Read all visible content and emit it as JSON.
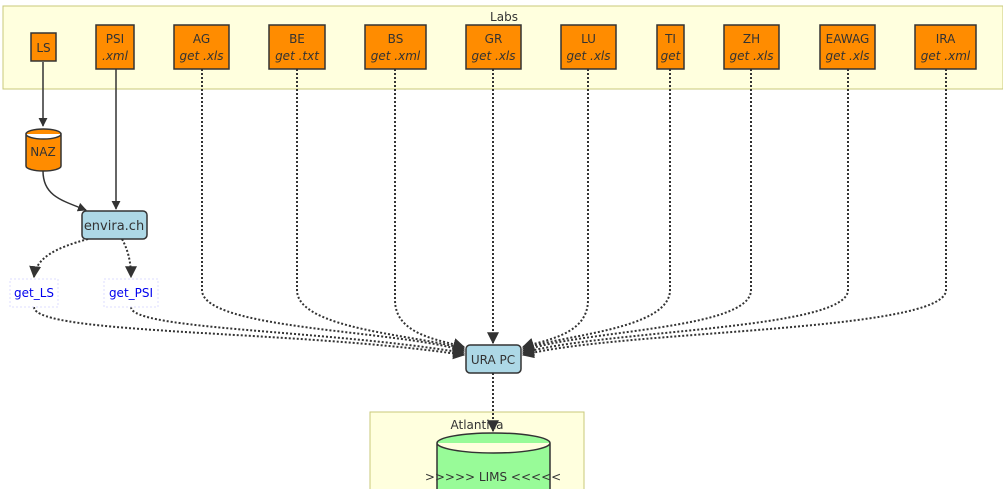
{
  "clusters": {
    "labs": "Labs",
    "atlantica": "Atlantica"
  },
  "labs": [
    {
      "name": "LS",
      "sub": ""
    },
    {
      "name": "PSI",
      "sub": ".xml"
    },
    {
      "name": "AG",
      "sub": "get .xls"
    },
    {
      "name": "BE",
      "sub": "get .txt"
    },
    {
      "name": "BS",
      "sub": "get .xml"
    },
    {
      "name": "GR",
      "sub": "get .xls"
    },
    {
      "name": "LU",
      "sub": "get .xls"
    },
    {
      "name": "TI",
      "sub": "get"
    },
    {
      "name": "ZH",
      "sub": "get .xls"
    },
    {
      "name": "EAWAG",
      "sub": "get .xls"
    },
    {
      "name": "IRA",
      "sub": "get .xml"
    }
  ],
  "nodes": {
    "naz": "NAZ",
    "envira": "envira.ch",
    "get_ls": "get_LS",
    "get_psi": "get_PSI",
    "ura": "URA PC",
    "lims": ">>>>> LIMS <<<<<"
  },
  "colors": {
    "lab": "#ff8c00",
    "server": "#add8e6",
    "lims": "#98fb98",
    "cluster": "#ffffde"
  }
}
